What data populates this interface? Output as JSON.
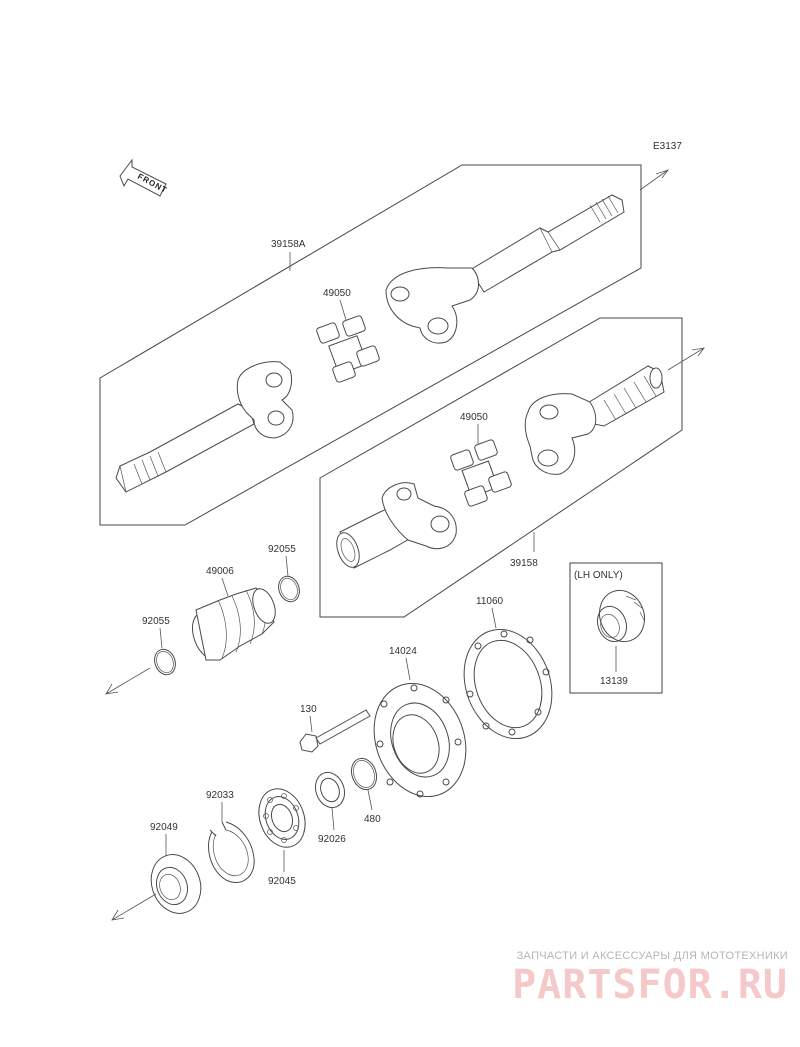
{
  "diagram": {
    "code": "E3137",
    "front_label": "FRONT",
    "lh_only_label": "(LH ONLY)"
  },
  "parts": {
    "p39158A": "39158A",
    "p49050a": "49050",
    "p49050b": "49050",
    "p39158": "39158",
    "p49006": "49006",
    "p92055a": "92055",
    "p92055b": "92055",
    "p11060": "11060",
    "p14024": "14024",
    "p130": "130",
    "p13139": "13139",
    "p92033": "92033",
    "p92049": "92049",
    "p92045": "92045",
    "p92026": "92026",
    "p480": "480"
  },
  "watermark": {
    "tagline": "ЗАПЧАСТИ И АКСЕССУАРЫ ДЛЯ МОТОТЕХНИКИ",
    "brand": "PARTSFOR.RU"
  }
}
